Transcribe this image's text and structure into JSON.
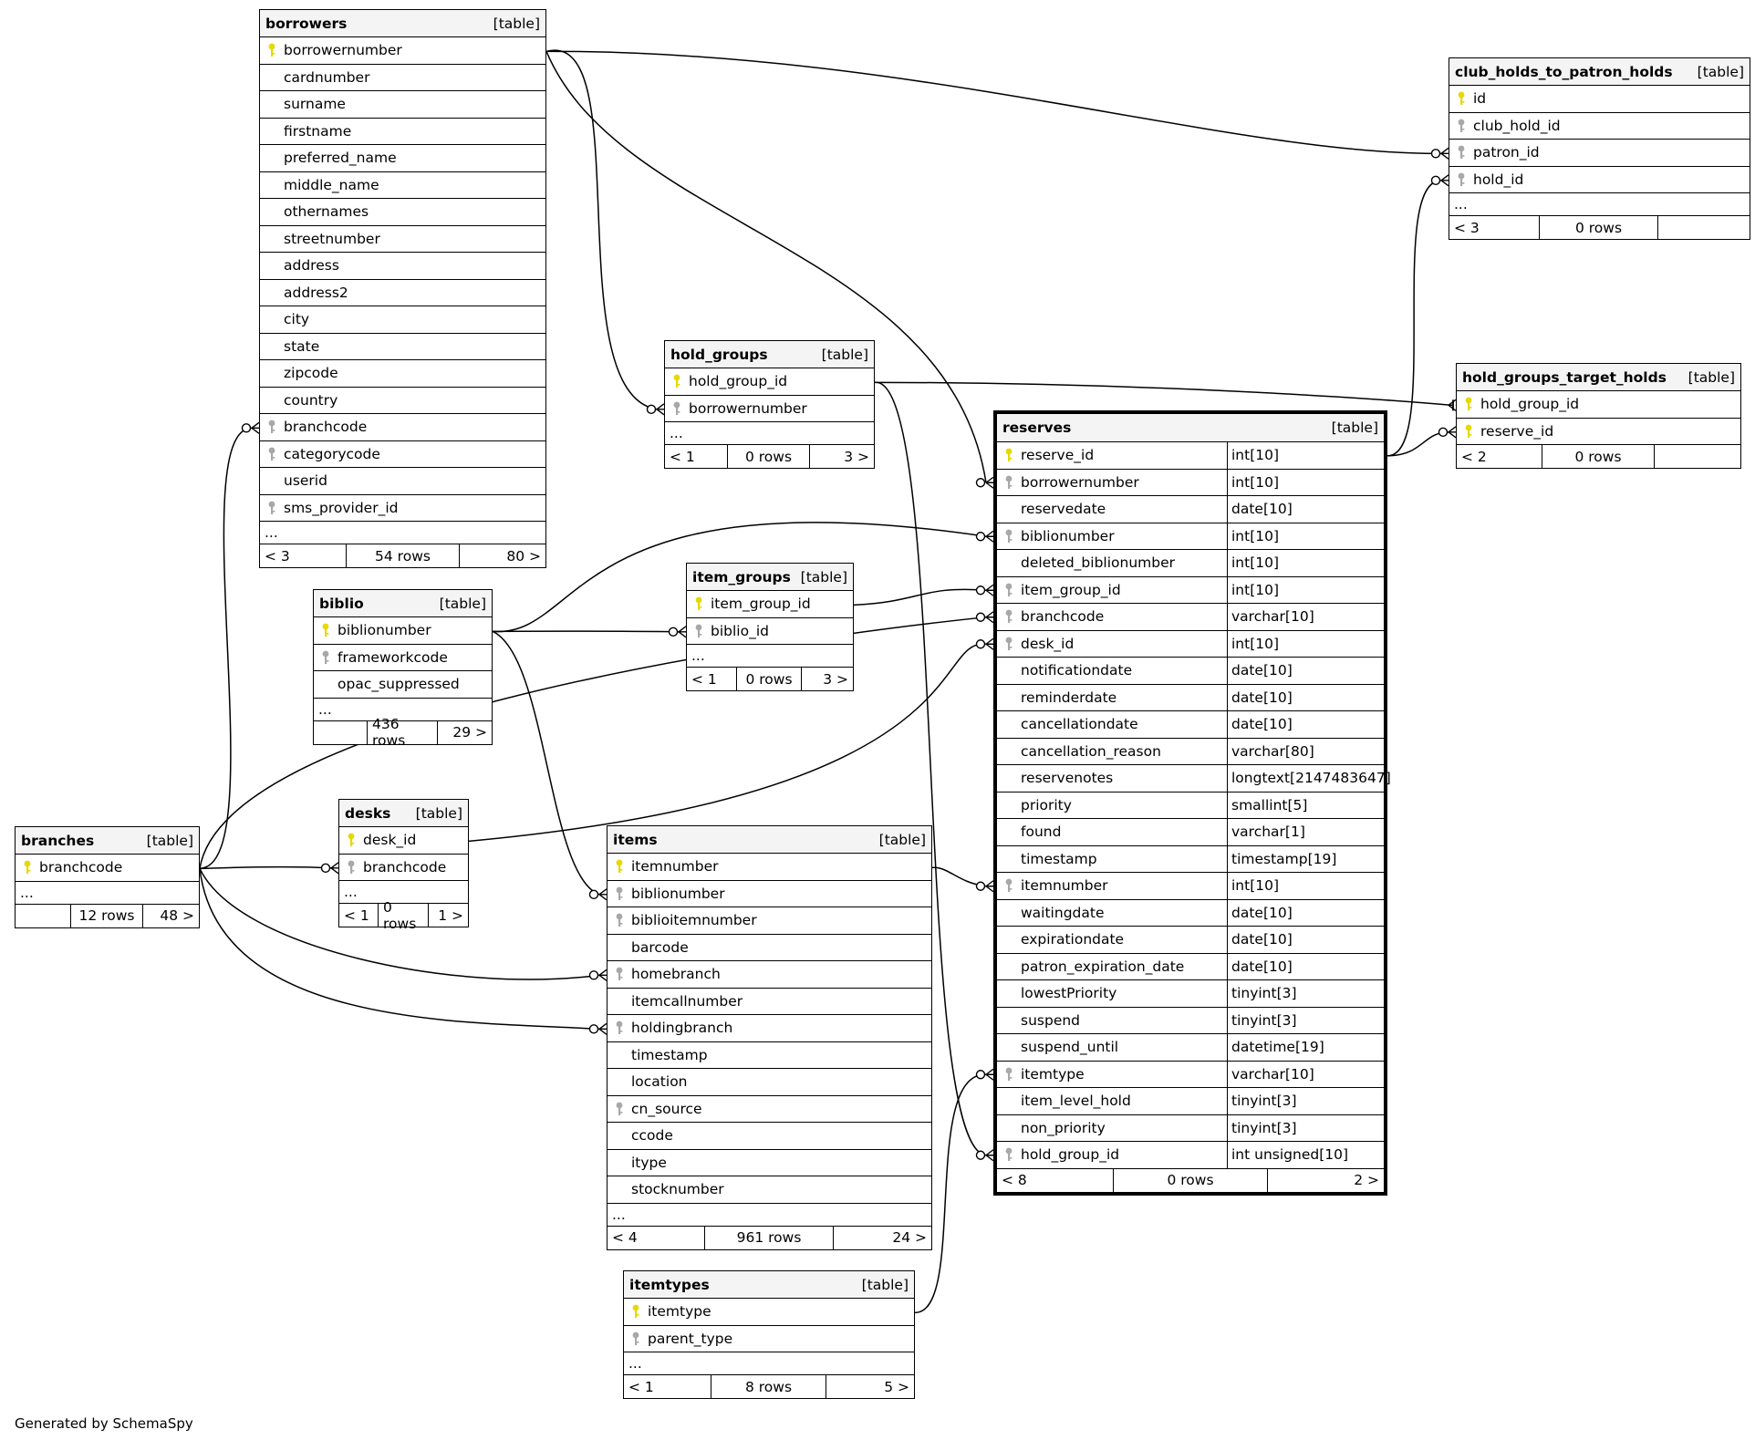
{
  "footer": "Generated by SchemaSpy",
  "icons": {
    "pk": "key-icon-yellow",
    "fk": "key-icon-grey",
    "pk_color": "#e6d800",
    "fk_color": "#a8a8a8"
  },
  "tables": {
    "borrowers": {
      "name": "borrowers",
      "tag": "[table]",
      "fields": [
        {
          "name": "borrowernumber",
          "key": "pk"
        },
        {
          "name": "cardnumber",
          "key": ""
        },
        {
          "name": "surname",
          "key": ""
        },
        {
          "name": "firstname",
          "key": ""
        },
        {
          "name": "preferred_name",
          "key": ""
        },
        {
          "name": "middle_name",
          "key": ""
        },
        {
          "name": "othernames",
          "key": ""
        },
        {
          "name": "streetnumber",
          "key": ""
        },
        {
          "name": "address",
          "key": ""
        },
        {
          "name": "address2",
          "key": ""
        },
        {
          "name": "city",
          "key": ""
        },
        {
          "name": "state",
          "key": ""
        },
        {
          "name": "zipcode",
          "key": ""
        },
        {
          "name": "country",
          "key": ""
        },
        {
          "name": "branchcode",
          "key": "fk"
        },
        {
          "name": "categorycode",
          "key": "fk"
        },
        {
          "name": "userid",
          "key": ""
        },
        {
          "name": "sms_provider_id",
          "key": "fk"
        }
      ],
      "more": "...",
      "footer": [
        "< 3",
        "54 rows",
        "80 >"
      ]
    },
    "club_holds_to_patron_holds": {
      "name": "club_holds_to_patron_holds",
      "tag": "[table]",
      "fields": [
        {
          "name": "id",
          "key": "pk"
        },
        {
          "name": "club_hold_id",
          "key": "fk"
        },
        {
          "name": "patron_id",
          "key": "fk"
        },
        {
          "name": "hold_id",
          "key": "fk"
        }
      ],
      "more": "...",
      "footer": [
        "< 3",
        "0 rows",
        ""
      ]
    },
    "hold_groups": {
      "name": "hold_groups",
      "tag": "[table]",
      "fields": [
        {
          "name": "hold_group_id",
          "key": "pk"
        },
        {
          "name": "borrowernumber",
          "key": "fk"
        }
      ],
      "more": "...",
      "footer": [
        "< 1",
        "0 rows",
        "3 >"
      ]
    },
    "hold_groups_target_holds": {
      "name": "hold_groups_target_holds",
      "tag": "[table]",
      "fields": [
        {
          "name": "hold_group_id",
          "key": "pk"
        },
        {
          "name": "reserve_id",
          "key": "pk"
        }
      ],
      "more": "",
      "footer": [
        "< 2",
        "0 rows",
        ""
      ]
    },
    "reserves": {
      "name": "reserves",
      "tag": "[table]",
      "fields": [
        {
          "name": "reserve_id",
          "key": "pk",
          "type": "int[10]"
        },
        {
          "name": "borrowernumber",
          "key": "fk",
          "type": "int[10]"
        },
        {
          "name": "reservedate",
          "key": "",
          "type": "date[10]"
        },
        {
          "name": "biblionumber",
          "key": "fk",
          "type": "int[10]"
        },
        {
          "name": "deleted_biblionumber",
          "key": "",
          "type": "int[10]"
        },
        {
          "name": "item_group_id",
          "key": "fk",
          "type": "int[10]"
        },
        {
          "name": "branchcode",
          "key": "fk",
          "type": "varchar[10]"
        },
        {
          "name": "desk_id",
          "key": "fk",
          "type": "int[10]"
        },
        {
          "name": "notificationdate",
          "key": "",
          "type": "date[10]"
        },
        {
          "name": "reminderdate",
          "key": "",
          "type": "date[10]"
        },
        {
          "name": "cancellationdate",
          "key": "",
          "type": "date[10]"
        },
        {
          "name": "cancellation_reason",
          "key": "",
          "type": "varchar[80]"
        },
        {
          "name": "reservenotes",
          "key": "",
          "type": "longtext[2147483647]"
        },
        {
          "name": "priority",
          "key": "",
          "type": "smallint[5]"
        },
        {
          "name": "found",
          "key": "",
          "type": "varchar[1]"
        },
        {
          "name": "timestamp",
          "key": "",
          "type": "timestamp[19]"
        },
        {
          "name": "itemnumber",
          "key": "fk",
          "type": "int[10]"
        },
        {
          "name": "waitingdate",
          "key": "",
          "type": "date[10]"
        },
        {
          "name": "expirationdate",
          "key": "",
          "type": "date[10]"
        },
        {
          "name": "patron_expiration_date",
          "key": "",
          "type": "date[10]"
        },
        {
          "name": "lowestPriority",
          "key": "",
          "type": "tinyint[3]"
        },
        {
          "name": "suspend",
          "key": "",
          "type": "tinyint[3]"
        },
        {
          "name": "suspend_until",
          "key": "",
          "type": "datetime[19]"
        },
        {
          "name": "itemtype",
          "key": "fk",
          "type": "varchar[10]"
        },
        {
          "name": "item_level_hold",
          "key": "",
          "type": "tinyint[3]"
        },
        {
          "name": "non_priority",
          "key": "",
          "type": "tinyint[3]"
        },
        {
          "name": "hold_group_id",
          "key": "fk",
          "type": "int unsigned[10]"
        }
      ],
      "more": "",
      "footer": [
        "< 8",
        "0 rows",
        "2 >"
      ]
    },
    "biblio": {
      "name": "biblio",
      "tag": "[table]",
      "fields": [
        {
          "name": "biblionumber",
          "key": "pk"
        },
        {
          "name": "frameworkcode",
          "key": "fk"
        },
        {
          "name": "opac_suppressed",
          "key": ""
        }
      ],
      "more": "...",
      "footer": [
        "",
        "436 rows",
        "29 >"
      ]
    },
    "item_groups": {
      "name": "item_groups",
      "tag": "[table]",
      "fields": [
        {
          "name": "item_group_id",
          "key": "pk"
        },
        {
          "name": "biblio_id",
          "key": "fk"
        }
      ],
      "more": "...",
      "footer": [
        "< 1",
        "0 rows",
        "3 >"
      ]
    },
    "branches": {
      "name": "branches",
      "tag": "[table]",
      "fields": [
        {
          "name": "branchcode",
          "key": "pk"
        }
      ],
      "more": "...",
      "footer": [
        "",
        "12 rows",
        "48 >"
      ]
    },
    "desks": {
      "name": "desks",
      "tag": "[table]",
      "fields": [
        {
          "name": "desk_id",
          "key": "pk"
        },
        {
          "name": "branchcode",
          "key": "fk"
        }
      ],
      "more": "...",
      "footer": [
        "< 1",
        "0 rows",
        "1 >"
      ]
    },
    "items": {
      "name": "items",
      "tag": "[table]",
      "fields": [
        {
          "name": "itemnumber",
          "key": "pk"
        },
        {
          "name": "biblionumber",
          "key": "fk"
        },
        {
          "name": "biblioitemnumber",
          "key": "fk"
        },
        {
          "name": "barcode",
          "key": ""
        },
        {
          "name": "homebranch",
          "key": "fk"
        },
        {
          "name": "itemcallnumber",
          "key": ""
        },
        {
          "name": "holdingbranch",
          "key": "fk"
        },
        {
          "name": "timestamp",
          "key": ""
        },
        {
          "name": "location",
          "key": ""
        },
        {
          "name": "cn_source",
          "key": "fk"
        },
        {
          "name": "ccode",
          "key": ""
        },
        {
          "name": "itype",
          "key": ""
        },
        {
          "name": "stocknumber",
          "key": ""
        }
      ],
      "more": "...",
      "footer": [
        "< 4",
        "961 rows",
        "24 >"
      ]
    },
    "itemtypes": {
      "name": "itemtypes",
      "tag": "[table]",
      "fields": [
        {
          "name": "itemtype",
          "key": "pk"
        },
        {
          "name": "parent_type",
          "key": "fk"
        }
      ],
      "more": "...",
      "footer": [
        "< 1",
        "8 rows",
        "5 >"
      ]
    }
  }
}
